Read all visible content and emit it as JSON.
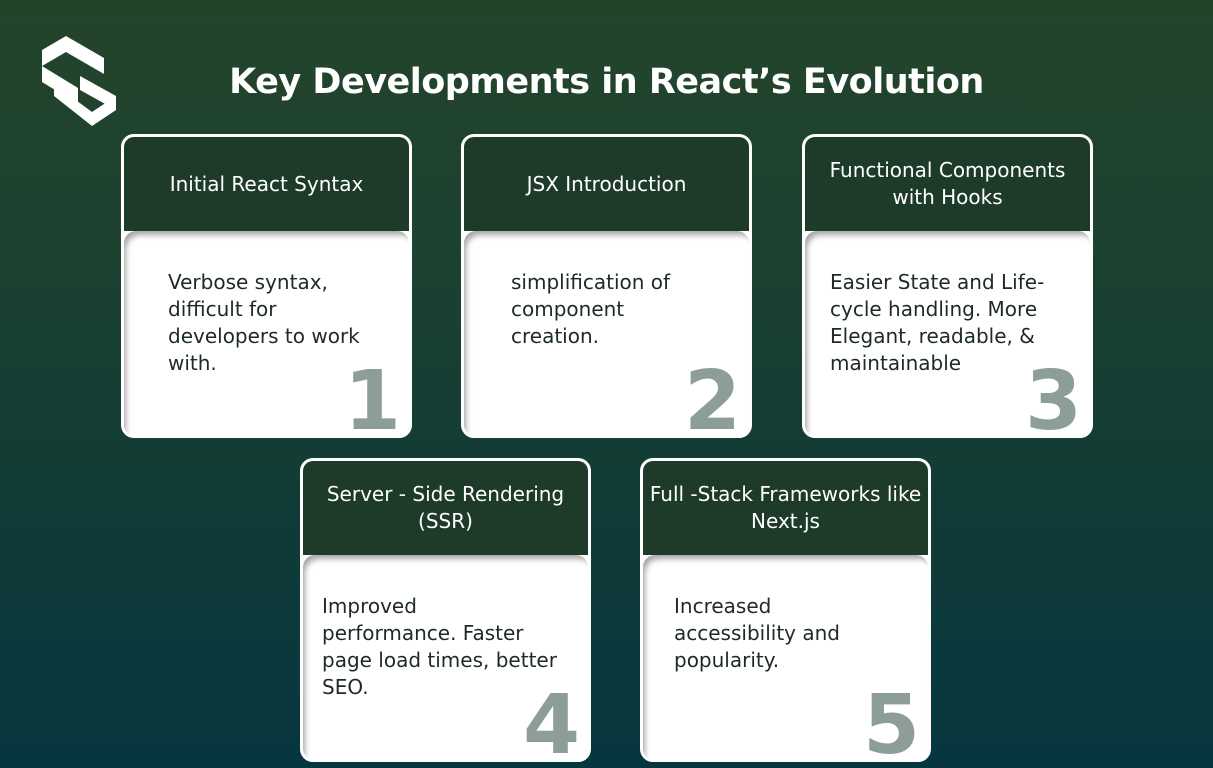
{
  "title": "Key Developments in React’s Evolution",
  "colors": {
    "background_top": "#24442a",
    "background_bottom": "#063640",
    "card_header": "#1d3b28",
    "card_body": "#ffffff",
    "number": "#8d9d97"
  },
  "logo_icon": "s-monogram-logo-icon",
  "cards": [
    {
      "header": "Initial React Syntax",
      "body": "Verbose syntax, difficult for developers to work with.",
      "number": "1"
    },
    {
      "header": "JSX Introduction",
      "body": "simplification of component creation.",
      "number": "2"
    },
    {
      "header": "Functional Components with Hooks",
      "body": "Easier State and Life- cycle handling. More Elegant, readable, & maintainable",
      "number": "3"
    },
    {
      "header": "Server - Side Rendering (SSR)",
      "body": "Improved performance. Faster page load times, better SEO.",
      "number": "4"
    },
    {
      "header": "Full -Stack Frameworks like Next.js",
      "body": "Increased accessibility and popularity.",
      "number": "5"
    }
  ]
}
